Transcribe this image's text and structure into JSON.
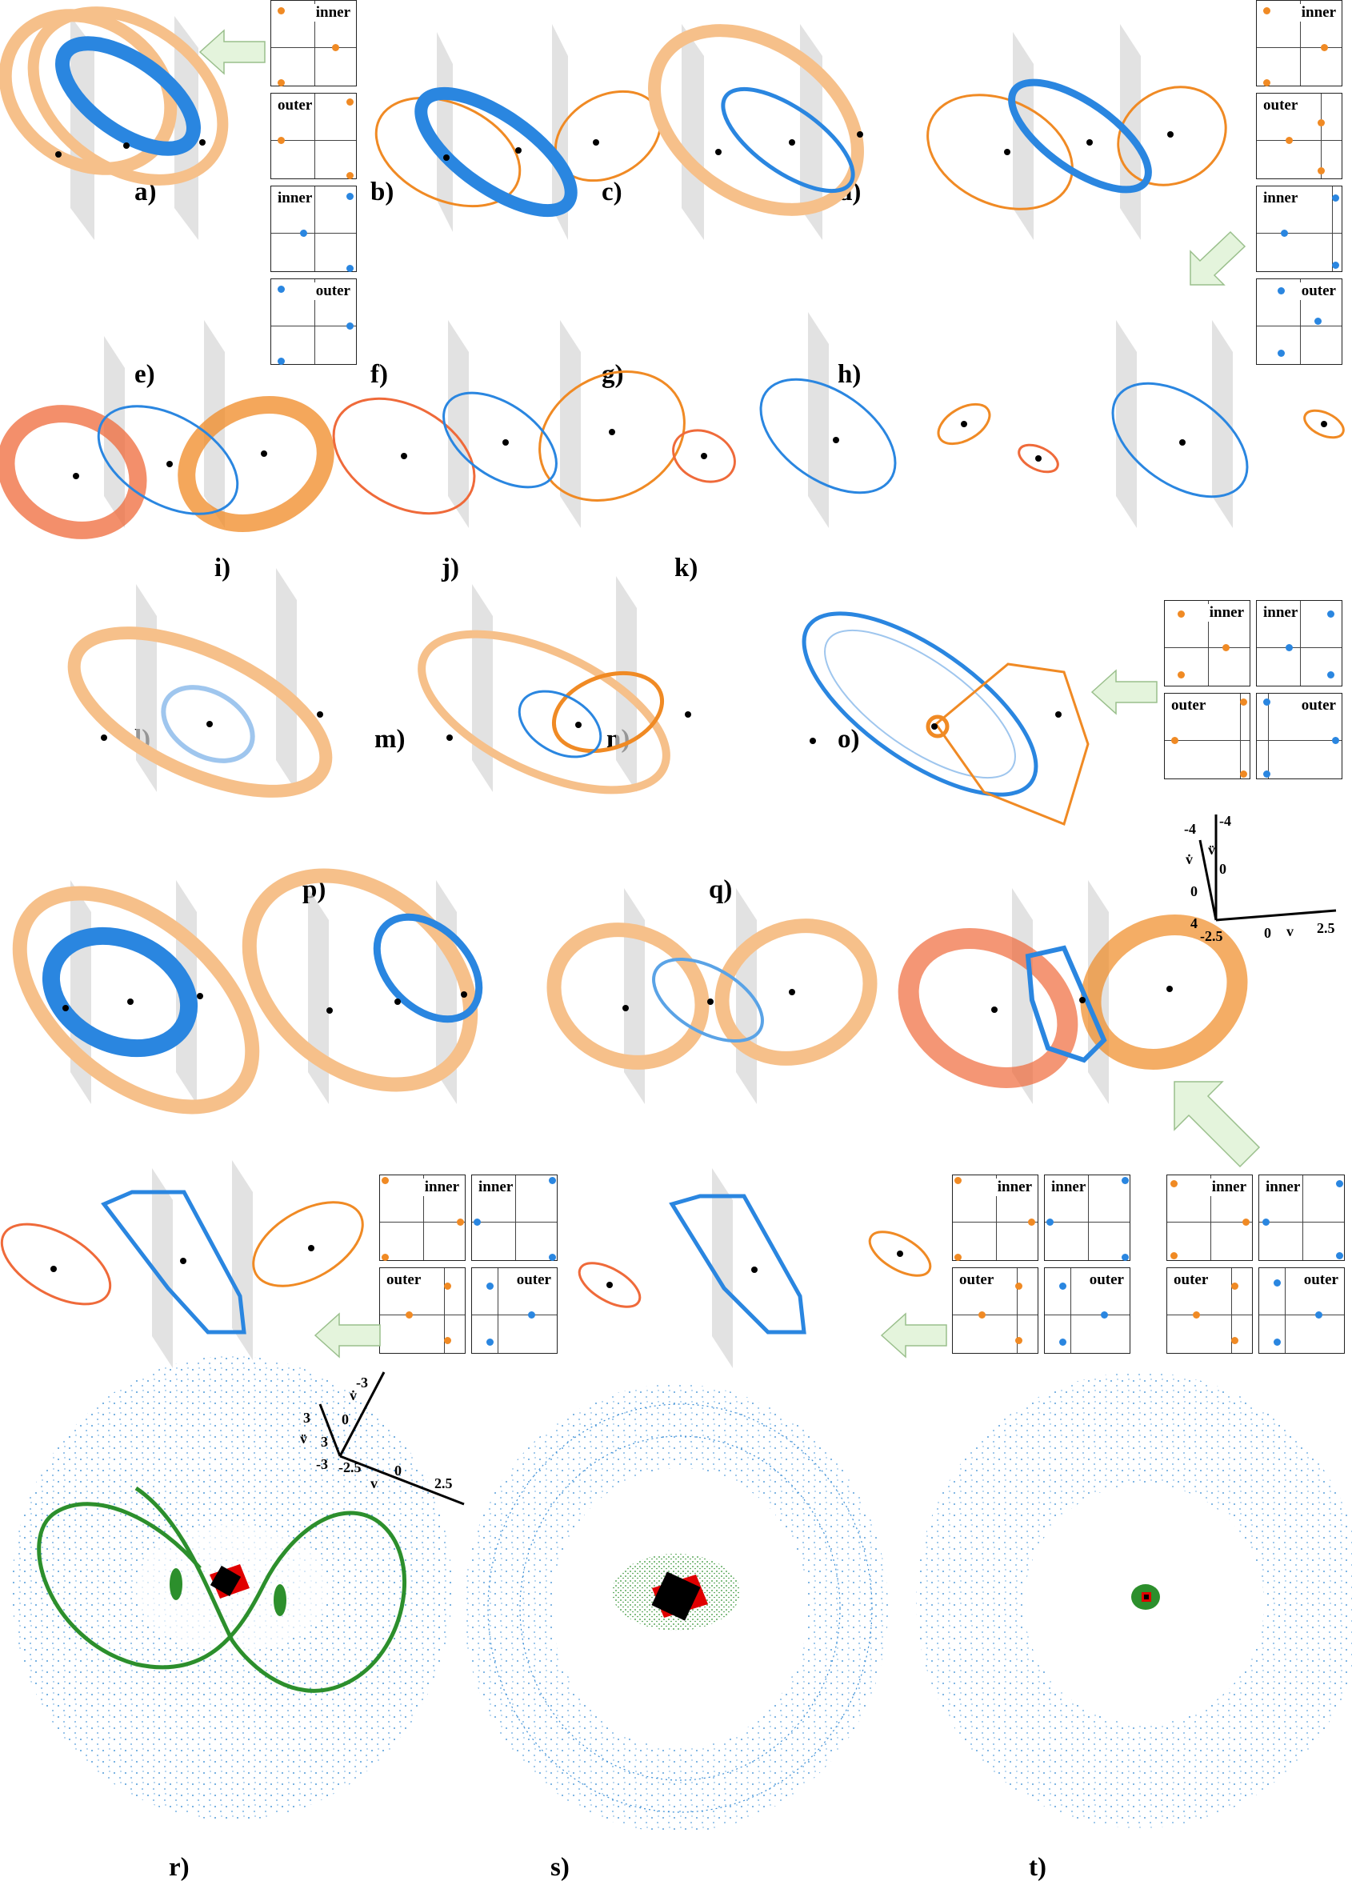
{
  "colors": {
    "orange": "#f08a24",
    "light_orange": "#f6c08a",
    "red_orange": "#ef6a3a",
    "blue": "#2a86e0",
    "light_blue": "#9fc6ee",
    "plane_gray": "#d0d0d0",
    "arrow_fill": "#e4f4dc",
    "arrow_stroke": "#9abf8c",
    "dot_green": "#2c8f2c",
    "dot_red": "#e00000"
  },
  "panels": {
    "a": "a)",
    "b": "b)",
    "c": "c)",
    "d": "d)",
    "e": "e)",
    "f": "f)",
    "g": "g)",
    "h": "h)",
    "i": "i)",
    "j": "j)",
    "k": "k)",
    "l": "l)",
    "m": "m)",
    "n": "n)",
    "o": "o)",
    "p": "p)",
    "q": "q)",
    "r": "r)",
    "s": "s)",
    "t": "t)"
  },
  "inset_labels": {
    "inner": "inner",
    "outer": "outer"
  },
  "axes_top": {
    "y_label": "v̇",
    "z_label": "v̈",
    "x_label": "v",
    "y_ticks": [
      "-4",
      "0",
      "4"
    ],
    "z_ticks": [
      "-4",
      "0"
    ],
    "x_ticks": [
      "-2.5",
      "0",
      "2.5"
    ]
  },
  "axes_bottom": {
    "y_label": "v̇",
    "z_label": "v̈",
    "x_label": "v",
    "y_ticks": [
      "-3",
      "0",
      "3"
    ],
    "z_ticks": [
      "3",
      "-3"
    ],
    "x_ticks": [
      "-2.5",
      "0",
      "2.5"
    ]
  }
}
